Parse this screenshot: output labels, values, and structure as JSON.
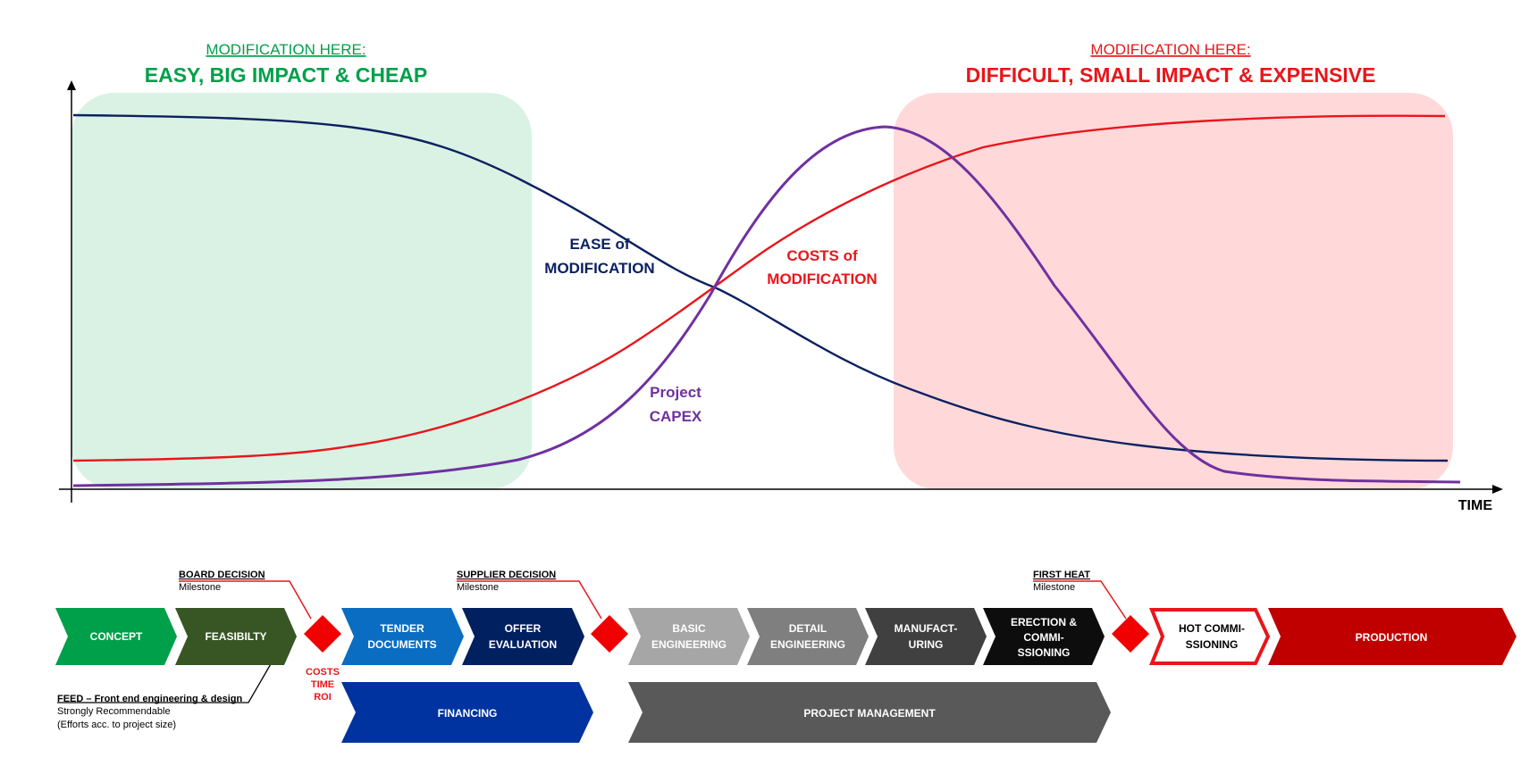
{
  "header": {
    "left_caption": "MODIFICATION HERE:",
    "left_title": "EASY, BIG IMPACT & CHEAP",
    "right_caption": "MODIFICATION HERE:",
    "right_title": "DIFFICULT, SMALL IMPACT & EXPENSIVE"
  },
  "axis": {
    "x_label": "TIME"
  },
  "curves": {
    "ease_line1": "EASE of",
    "ease_line2": "MODIFICATION",
    "costs_line1": "COSTS of",
    "costs_line2": "MODIFICATION",
    "capex_line1": "Project",
    "capex_line2": "CAPEX"
  },
  "milestones": {
    "board_title": "BOARD DECISION",
    "board_sub": "Milestone",
    "supplier_title": "SUPPLIER DECISION",
    "supplier_sub": "Milestone",
    "firstheat_title": "FIRST HEAT",
    "firstheat_sub": "Milestone",
    "gate_line1": "COSTS",
    "gate_line2": "TIME",
    "gate_line3": "ROI"
  },
  "feed_note": {
    "line1": "FEED – Front end engineering & design",
    "line2": "Strongly Recommendable",
    "line3": "(Efforts acc. to project size)"
  },
  "phases": {
    "concept": "CONCEPT",
    "feasibility": "FEASIBILTY",
    "tender_1": "TENDER",
    "tender_2": "DOCUMENTS",
    "offer_1": "OFFER",
    "offer_2": "EVALUATION",
    "basic_1": "BASIC",
    "basic_2": "ENGINEERING",
    "detail_1": "DETAIL",
    "detail_2": "ENGINEERING",
    "manuf_1": "MANUFACT-",
    "manuf_2": "URING",
    "erection_1": "ERECTION &",
    "erection_2": "COMMI-",
    "erection_3": "SSIONING",
    "hot_1": "HOT COMMI-",
    "hot_2": "SSIONING",
    "production": "PRODUCTION",
    "financing": "FINANCING",
    "project_mgmt": "PROJECT MANAGEMENT"
  },
  "colors": {
    "green_title": "#00A04A",
    "red_title": "#E8161B",
    "ease_curve": "#0B2160",
    "costs_curve": "#E8161B",
    "capex_curve": "#7030A0",
    "green_zone": "#D9F2E4",
    "red_zone": "#FFD9DA"
  }
}
